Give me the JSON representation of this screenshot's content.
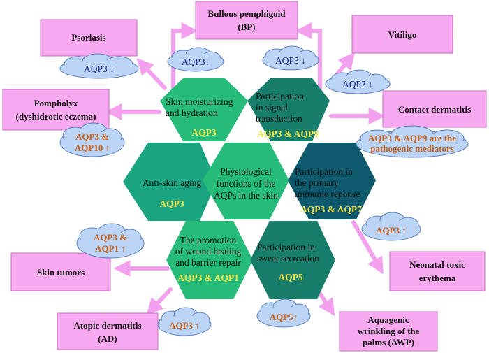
{
  "colors": {
    "box_fill": "#f6a9ef",
    "box_stroke": "#c86fc2",
    "arrow": "#f3a0ee",
    "cloud_fill": "#bcd4f5",
    "cloud_stroke": "#5b7fc0",
    "hex_light": "#27bb7a",
    "hex_mid": "#1aa580",
    "hex_teal": "#187e6c",
    "hex_dark": "#0e5a6c",
    "aqp_label": "#f2e34a",
    "cloud_text_blue": "#1a2a8a",
    "cloud_text_orange": "#c4601a"
  },
  "hexagons": {
    "center": {
      "lines": [
        "Physiological",
        "functions of the",
        "AQPs in the skin"
      ],
      "aqp": ""
    },
    "moisturizing": {
      "lines": [
        "Skin moisturizing",
        "and hydration"
      ],
      "aqp": "AQP3"
    },
    "signal": {
      "lines": [
        "Participation",
        "in signal",
        "transduction"
      ],
      "aqp": "AQP3 & AQP9"
    },
    "antiaging": {
      "lines": [
        "Anti-skin aging"
      ],
      "aqp": "AQP3"
    },
    "immune": {
      "lines": [
        "Participation in",
        "the primary",
        "immume reponse"
      ],
      "aqp": "AQP3 & AQP7"
    },
    "wound": {
      "lines": [
        "The promotion",
        "of wound healing",
        "and barrier repair"
      ],
      "aqp": "AQP3 & AQP1"
    },
    "sweat": {
      "lines": [
        "Participation in",
        "sweat secreation"
      ],
      "aqp": "AQP5"
    }
  },
  "diseases": {
    "bp": [
      "Bullous pemphigoid",
      "(BP)"
    ],
    "psoriasis": [
      "Psoriasis"
    ],
    "vitiligo": [
      "Vitiligo"
    ],
    "pompholyx": [
      "Pompholyx",
      "(dyshidrotic eczema)"
    ],
    "contact": [
      "Contact dermatitis"
    ],
    "neonatal": [
      "Neonatal toxic",
      "erythema"
    ],
    "tumors": [
      "Skin tumors"
    ],
    "atopic": [
      "Atopic dermatitis",
      "(AD)"
    ],
    "aquagenic": [
      "Aquagenic",
      "wrinkling of the",
      "palms (AWP)"
    ]
  },
  "clouds": {
    "psoriasis": [
      "AQP3 ↓"
    ],
    "bp": [
      "AQP3↓"
    ],
    "signal": [
      "AQP3 ↓"
    ],
    "vitiligo": [
      "AQP3 ↓"
    ],
    "pompholyx": [
      "AQP3 &",
      "AQP10 ↑"
    ],
    "contact": [
      "AQP3 & AQP9 are the",
      "pathogenic mediators"
    ],
    "immune": [
      "AQP3 ↑"
    ],
    "tumors": [
      "AQP3 &",
      "AQP1 ↑"
    ],
    "atopic": [
      "AQP3 ↑"
    ],
    "aquagenic": [
      "AQP5↑"
    ]
  }
}
